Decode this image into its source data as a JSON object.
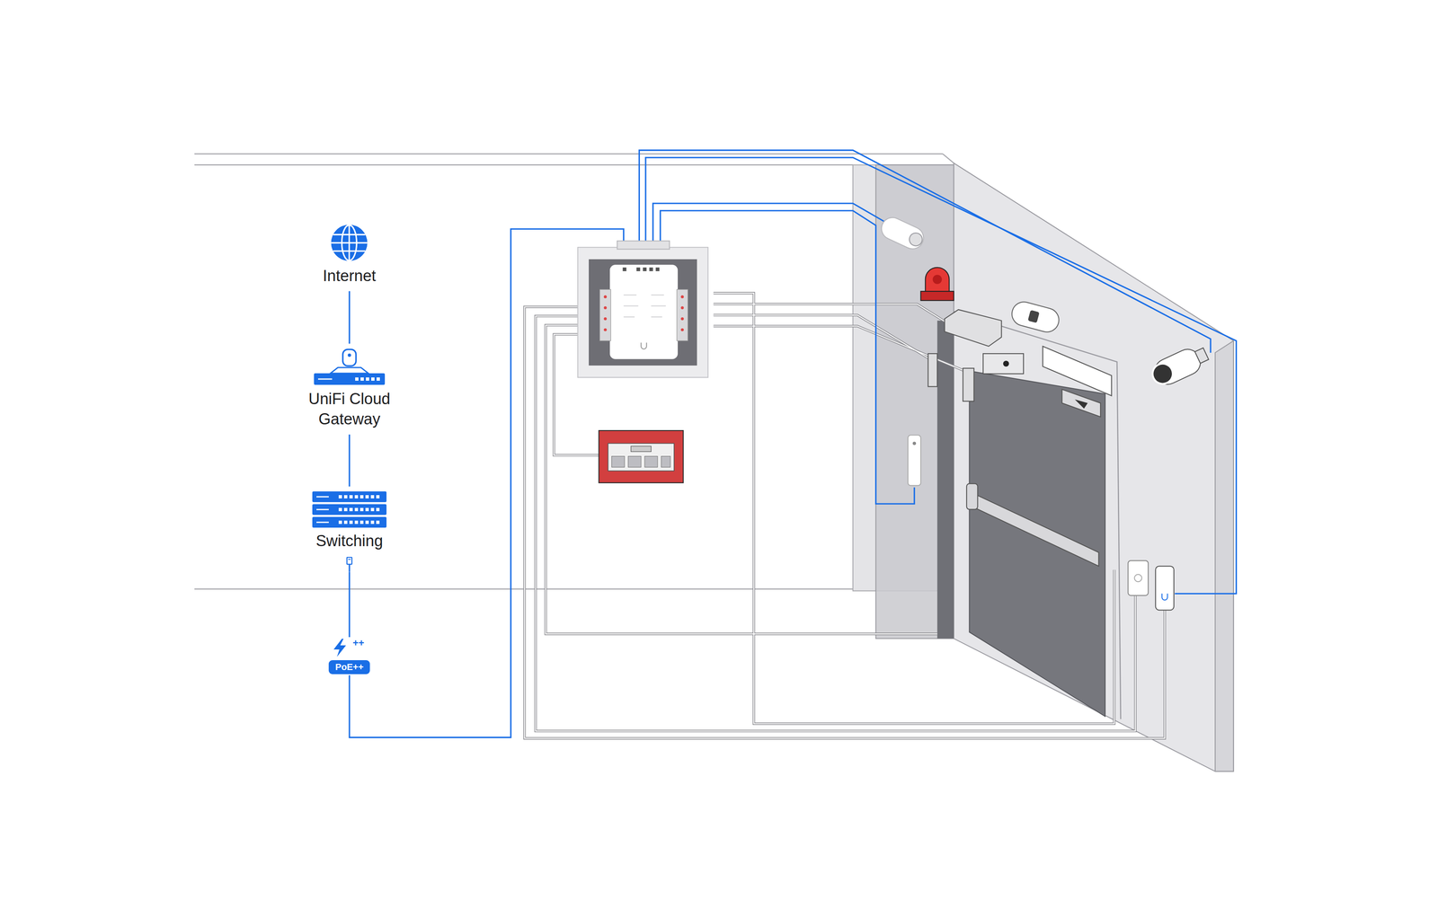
{
  "diagram": {
    "nodes": [
      {
        "text": [
          "Internet"
        ]
      },
      {
        "text": [
          "UniFi Cloud Gateway"
        ]
      },
      {
        "text": [
          "Switching"
        ]
      },
      {
        "text": [
          "PoE++"
        ]
      }
    ],
    "edges": [
      {
        "from": 0,
        "to": 1,
        "arrow": "none"
      },
      {
        "from": 1,
        "to": 2,
        "arrow": "none"
      },
      {
        "from": 2,
        "to": 3,
        "arrow": "none"
      }
    ],
    "labels": [
      "++"
    ]
  }
}
